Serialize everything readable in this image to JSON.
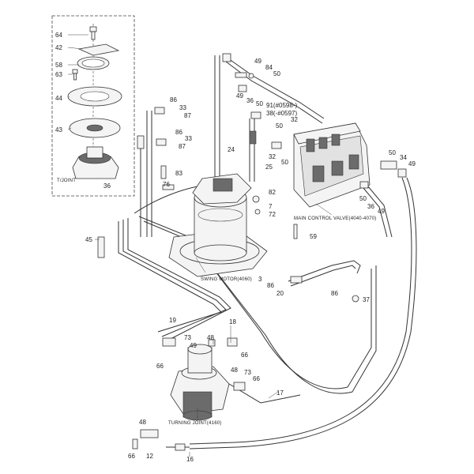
{
  "inset": {
    "labels": [
      "64",
      "42",
      "58",
      "63",
      "44",
      "43",
      "T/JOINT",
      "36"
    ]
  },
  "components": {
    "swing_motor": "SWING MOTOR(4060)",
    "main_control_valve": "MAIN CONTROL VALVE(4040-4070)",
    "turning_joint": "TURNING JOINT(4160)"
  },
  "callouts": {
    "c49a": "49",
    "c84": "84",
    "c50a": "50",
    "c49b": "49",
    "c36a": "36",
    "c50b": "50",
    "c91": "91(#0598-)",
    "c38": "38(-#0597)",
    "c86a": "86",
    "c33a": "33",
    "c87a": "87",
    "c50c": "50",
    "c86b": "86",
    "c33b": "33",
    "c87b": "87",
    "c32a": "32",
    "c24": "24",
    "c32b": "32",
    "c25": "25",
    "c50d": "50",
    "c83": "83",
    "c76": "76",
    "c82": "82",
    "c7": "7",
    "c72": "72",
    "c50e": "50",
    "c34": "34",
    "c49c": "49",
    "c50f": "50",
    "c36b": "36",
    "c49d": "49",
    "c59": "59",
    "c45": "45",
    "c3": "3",
    "c86c": "86",
    "c20": "20",
    "c86d": "86",
    "c37": "37",
    "c19": "19",
    "c73a": "73",
    "c48a": "48",
    "c18": "18",
    "c66a": "66",
    "c49e": "49",
    "c66b": "66",
    "c48b": "48",
    "c73b": "73",
    "c66c": "66",
    "c17": "17",
    "c48c": "48",
    "c66d": "66",
    "c12": "12",
    "c16": "16"
  }
}
